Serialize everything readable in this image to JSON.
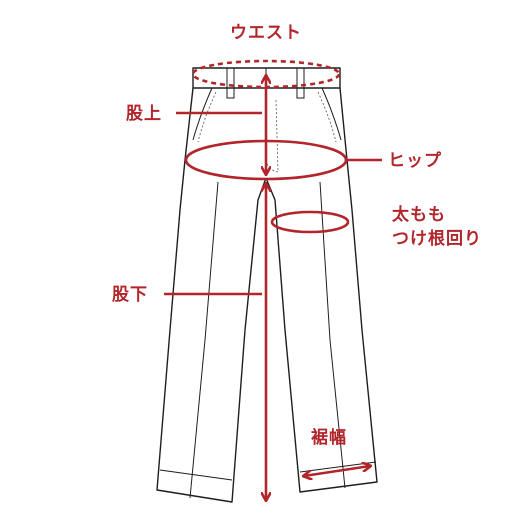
{
  "labels": {
    "waist": "ウエスト",
    "rise": "股上",
    "hip": "ヒップ",
    "thigh_line1": "太もも",
    "thigh_line2": "つけ根回り",
    "inseam": "股下",
    "hem": "裾幅"
  },
  "colors": {
    "accent": "#b2262b",
    "line": "#1e1e1e",
    "background": "#ffffff"
  }
}
